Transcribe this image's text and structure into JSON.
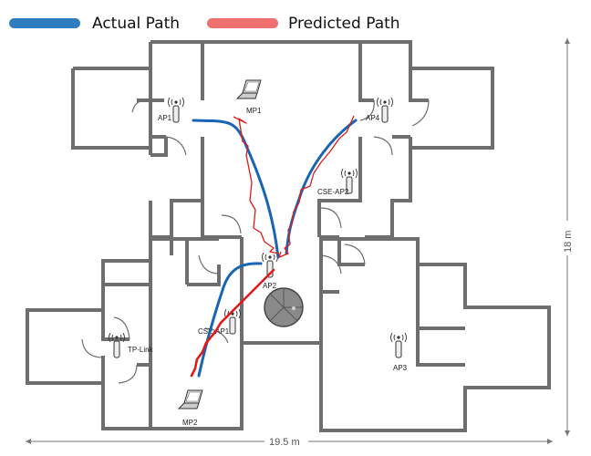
{
  "legend": {
    "actual": {
      "label": "Actual Path",
      "color": "#2f7cc0"
    },
    "predicted": {
      "label": "Predicted Path",
      "color": "#f07070"
    }
  },
  "colors": {
    "actual_path": "#1a64b4",
    "predicted_path": "#e01a1a",
    "wall": "#6e6e6e"
  },
  "labels": {
    "ap1": "AP1",
    "ap2": "AP2",
    "ap3": "AP3",
    "ap4": "AP4",
    "cse_ap1": "CSE-AP1",
    "cse_ap2": "CSE-AP2",
    "tp_link": "TP-Link",
    "mp1": "MP1",
    "mp2": "MP2"
  },
  "dimensions": {
    "width": "19.5 m",
    "height": "18 m"
  },
  "icons": {
    "access_point": "wifi-antenna-icon",
    "measurement_point": "laptop-icon",
    "server": "round-table-icon"
  }
}
